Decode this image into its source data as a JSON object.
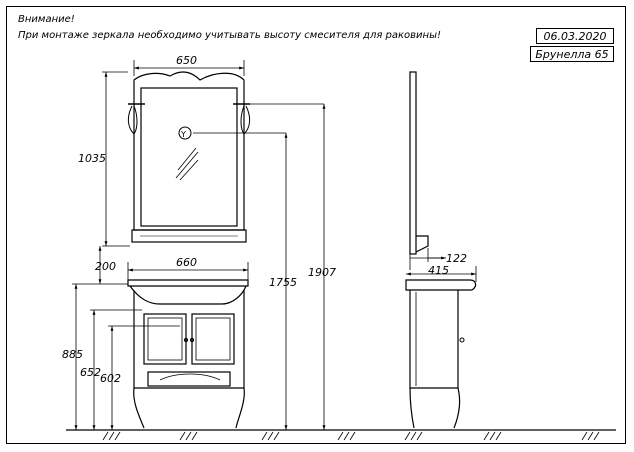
{
  "notes": {
    "warning": "Внимание!",
    "instruction": "При монтаже зеркала необходимо учитывать высоту смесителя для раковины!"
  },
  "stamp": {
    "date": "06.03.2020",
    "model": "Брунелла 65"
  },
  "dimensions": {
    "mirror_width": "650",
    "mirror_height": "1035",
    "sink_width": "660",
    "gap": "200",
    "height_1755": "1755",
    "height_1907": "1907",
    "height_885": "885",
    "height_652": "652",
    "height_602": "602",
    "mirror_depth": "122",
    "cabinet_depth": "415"
  }
}
